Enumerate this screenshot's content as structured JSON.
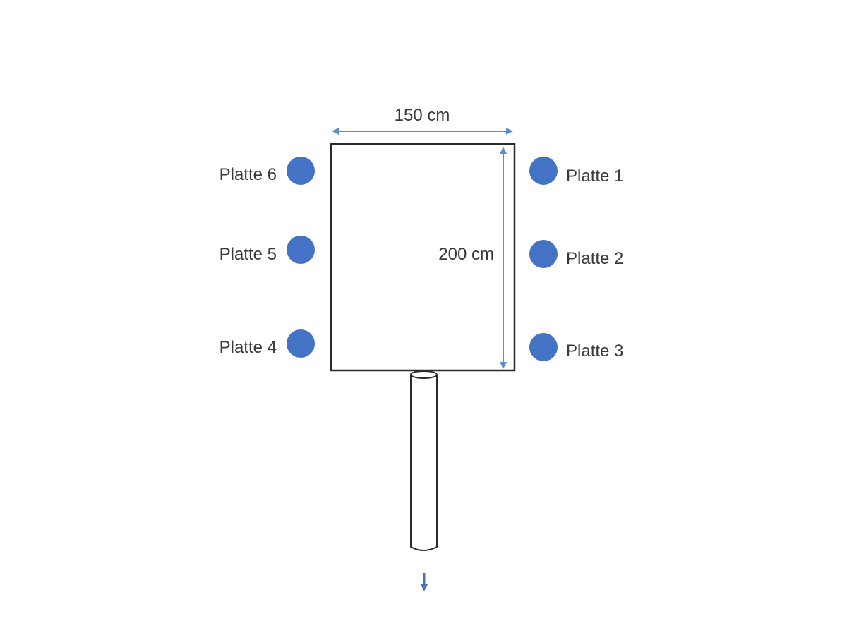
{
  "diagram": {
    "width_label": "150 cm",
    "height_label": "200 cm",
    "plates": [
      {
        "label": "Platte 1",
        "side": "right",
        "row": 1
      },
      {
        "label": "Platte 2",
        "side": "right",
        "row": 2
      },
      {
        "label": "Platte 3",
        "side": "right",
        "row": 3
      },
      {
        "label": "Platte 4",
        "side": "left",
        "row": 3
      },
      {
        "label": "Platte 5",
        "side": "left",
        "row": 2
      },
      {
        "label": "Platte 6",
        "side": "left",
        "row": 1
      }
    ],
    "colors": {
      "plate": "#4472C4",
      "dimension_line": "#5B8BD0",
      "outline": "#2b2b2b",
      "text": "#3a3a3a"
    }
  }
}
